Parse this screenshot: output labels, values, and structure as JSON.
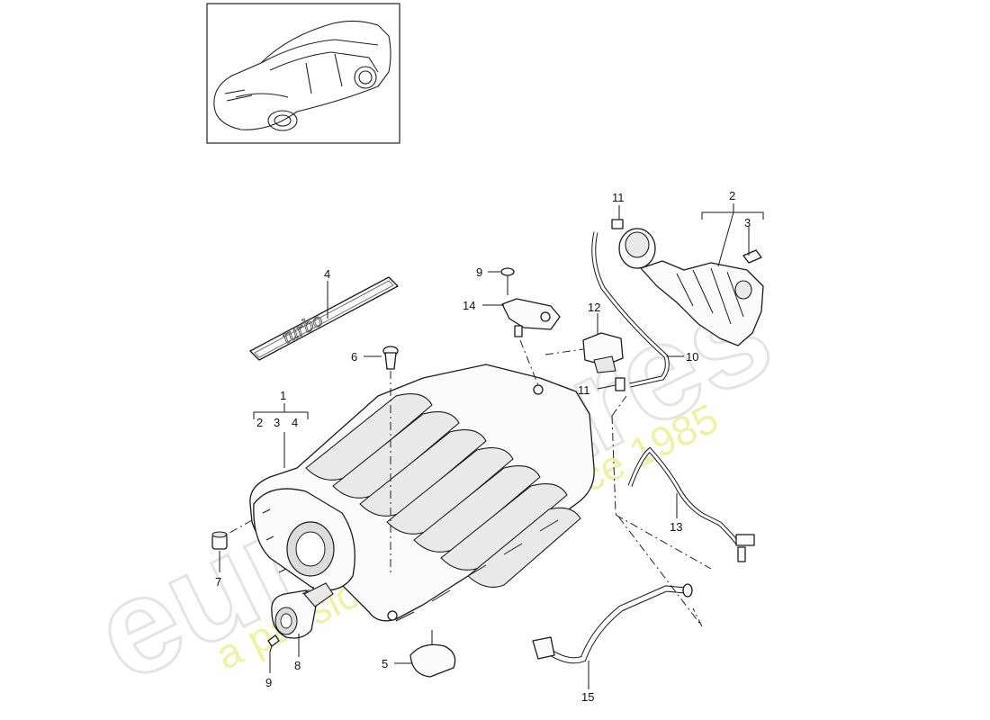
{
  "watermark": {
    "brand": "eurospares",
    "tagline": "a passion for parts since 1985"
  },
  "nameplate": {
    "text": "turbo"
  },
  "callouts": {
    "c1": "1",
    "c2_under1": "2",
    "c3_under1": "3",
    "c4_under1": "4",
    "c2_top": "2",
    "c3_top": "3",
    "c4_plate": "4",
    "c5": "5",
    "c6": "6",
    "c7": "7",
    "c8": "8",
    "c9_top": "9",
    "c9_bottom": "9",
    "c10": "10",
    "c11_top": "11",
    "c11_bottom": "11",
    "c12": "12",
    "c13": "13",
    "c14": "14",
    "c15": "15"
  }
}
